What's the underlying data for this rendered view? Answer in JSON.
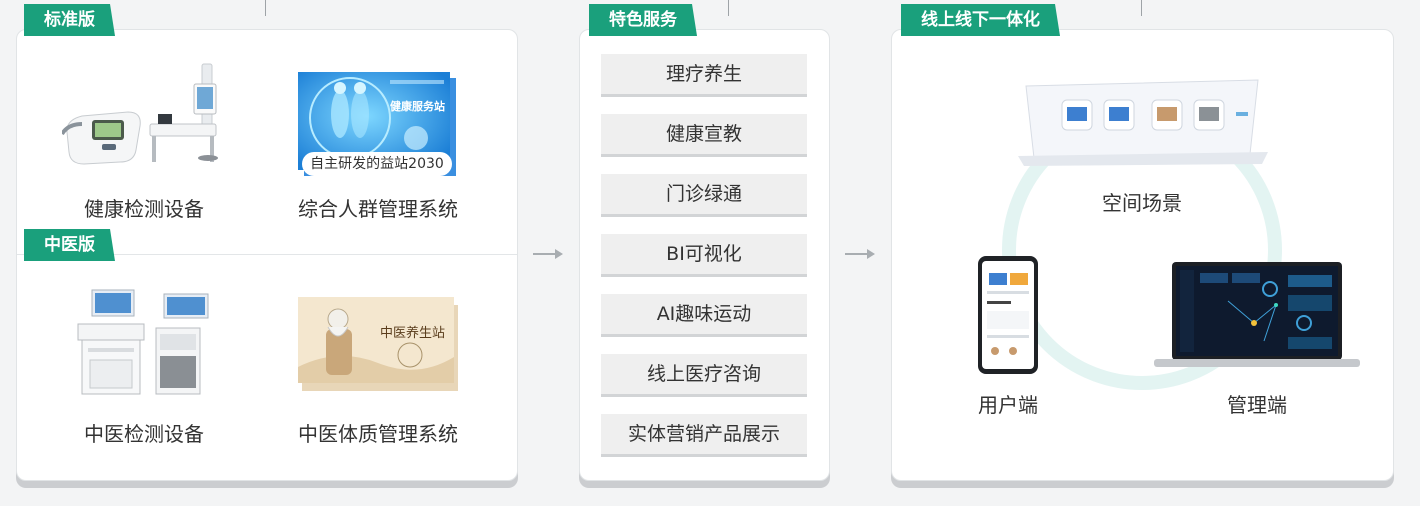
{
  "panel_left": {
    "standard_tag": "标准版",
    "tcm_tag": "中医版",
    "items": [
      {
        "label": "健康检测设备"
      },
      {
        "label": "综合人群管理系统"
      },
      {
        "label": "中医检测设备"
      },
      {
        "label": "中医体质管理系统"
      }
    ],
    "station_caption": "自主研发的益站2030",
    "screen1_title": "健康服务站",
    "screen2_title": "中医养生站"
  },
  "panel_middle": {
    "tag": "特色服务",
    "services": [
      "理疗养生",
      "健康宣教",
      "门诊绿通",
      "BI可视化",
      "AI趣味运动",
      "线上医疗咨询",
      "实体营销产品展示"
    ]
  },
  "panel_right": {
    "tag": "线上线下一体化",
    "space_label": "空间场景",
    "user_label": "用户端",
    "admin_label": "管理端"
  },
  "colors": {
    "accent": "#1aa07c",
    "panel_bg": "#ffffff",
    "page_bg": "#f3f4f5"
  },
  "icons": [
    "arrow-right-icon",
    "arrow-right-icon"
  ]
}
